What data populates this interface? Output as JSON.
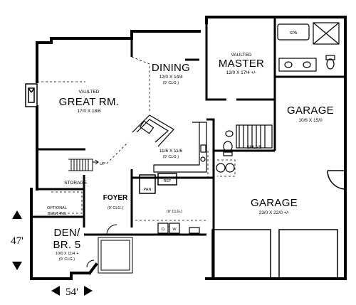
{
  "rooms": {
    "great_room": {
      "prefix": "VAULTED",
      "name": "GREAT RM.",
      "size": "17/0 X 18/6"
    },
    "dining": {
      "name": "DINING",
      "size": "12/0 X 14/4",
      "ceiling": "(9' CLG.)"
    },
    "master": {
      "prefix": "VAULTED",
      "name": "MASTER",
      "size": "12/0 X 17/4 +/-"
    },
    "garage_small": {
      "name": "GARAGE",
      "size": "10/6 X 15/0"
    },
    "garage_large": {
      "name": "GARAGE",
      "size": "23/0 X 22/0 +/-"
    },
    "kitchen": {
      "size": "11/6 X 11/6",
      "ceiling": "(9' CLG.)"
    },
    "foyer": {
      "name": "FOYER",
      "ceiling": "(9' CLG.)"
    },
    "laundry": {
      "ceiling": "(9' CLG.)"
    },
    "den": {
      "name_line1": "DEN/",
      "name_line2": "BR. 5",
      "size": "10/0 X 11/4 +",
      "ceiling": "(9' CLG.)"
    },
    "storage": {
      "name": "STORAGE"
    },
    "optional_builtins": {
      "line1": "OPTIONAL",
      "line2": "BUILT-INS"
    }
  },
  "labels": {
    "spa": "SPA",
    "shlvs": "SHLVS",
    "pan": "PAN",
    "ref": "REF",
    "up": "UP",
    "dryer": "D",
    "washer": "W"
  },
  "dimensions": {
    "width": "54'",
    "depth": "47'"
  }
}
